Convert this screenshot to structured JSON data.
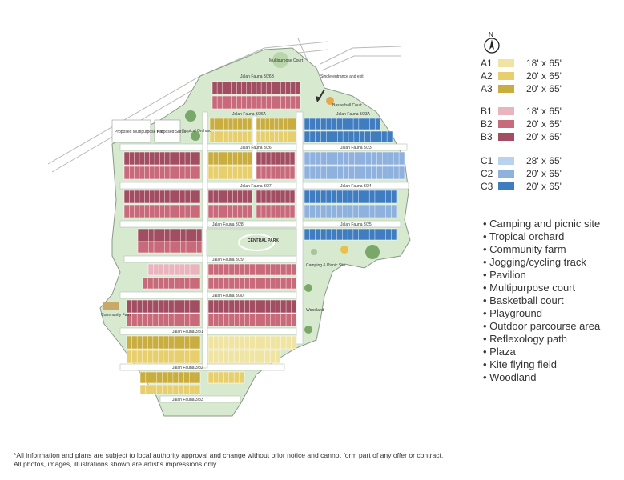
{
  "map": {
    "labels": {
      "multipurpose_court": "Multipurpose Court",
      "single_entrance": "Single entrance and exit",
      "basketball_court": "Basketball Court",
      "proposed_multipurpose_hall": "Proposed Multipurpose Hall",
      "proposed_surau": "Proposed Surau",
      "tropical_orchard": "Tropical Orchard",
      "central_park": "CENTRAL PARK",
      "camping_picnic_site": "Camping & Picnic Site",
      "woodland": "Woodland",
      "community_farm": "Community Farm"
    },
    "roads": [
      "Jalan Fauna 3/26B",
      "Jalan Fauna 3/26A",
      "Jalan Fauna 3/23A",
      "Jalan Fauna 3/26",
      "Jalan Fauna 3/23",
      "Jalan Fauna 3/27",
      "Jalan Fauna 3/24",
      "Jalan Fauna 3/28",
      "Jalan Fauna 3/25",
      "Jalan Fauna 3/29",
      "Jalan Fauna 3/30",
      "Jalan Fauna 3/31",
      "Jalan Fauna 3/32",
      "Jalan Fauna 3/33"
    ],
    "colors": {
      "A1": "#f0e4a2",
      "A2": "#e8cf6e",
      "A3": "#c9ad3e",
      "B1": "#e9b4bd",
      "B2": "#c96a7b",
      "B3": "#a24e62",
      "C1": "#b9d2ee",
      "C2": "#8fb1dd",
      "C3": "#3f7dc0",
      "green": "#d7ead0",
      "road": "#ffffff",
      "outline": "#8a9a88"
    }
  },
  "legend": {
    "groups": [
      {
        "items": [
          {
            "code": "A1",
            "size": "18' x 65'"
          },
          {
            "code": "A2",
            "size": "20' x 65'"
          },
          {
            "code": "A3",
            "size": "20' x 65'"
          }
        ]
      },
      {
        "items": [
          {
            "code": "B1",
            "size": "18' x 65'"
          },
          {
            "code": "B2",
            "size": "20' x 65'"
          },
          {
            "code": "B3",
            "size": "20' x 65'"
          }
        ]
      },
      {
        "items": [
          {
            "code": "C1",
            "size": "28' x 65'"
          },
          {
            "code": "C2",
            "size": "20' x 65'"
          },
          {
            "code": "C3",
            "size": "20' x 65'"
          }
        ]
      }
    ]
  },
  "amenities": [
    "Camping and picnic site",
    "Tropical orchard",
    "Community farm",
    "Jogging/cycling track",
    "Pavilion",
    "Multipurpose court",
    "Basketball court",
    "Playground",
    "Outdoor parcourse area",
    "Reflexology path",
    "Plaza",
    "Kite flying field",
    "Woodland"
  ],
  "footer": {
    "line1": "*All information and plans are subject to local authority approval and change without prior notice and cannot form part of any offer or contract.",
    "line2": "All photos, images, illustrations shown are artist's impressions only."
  }
}
